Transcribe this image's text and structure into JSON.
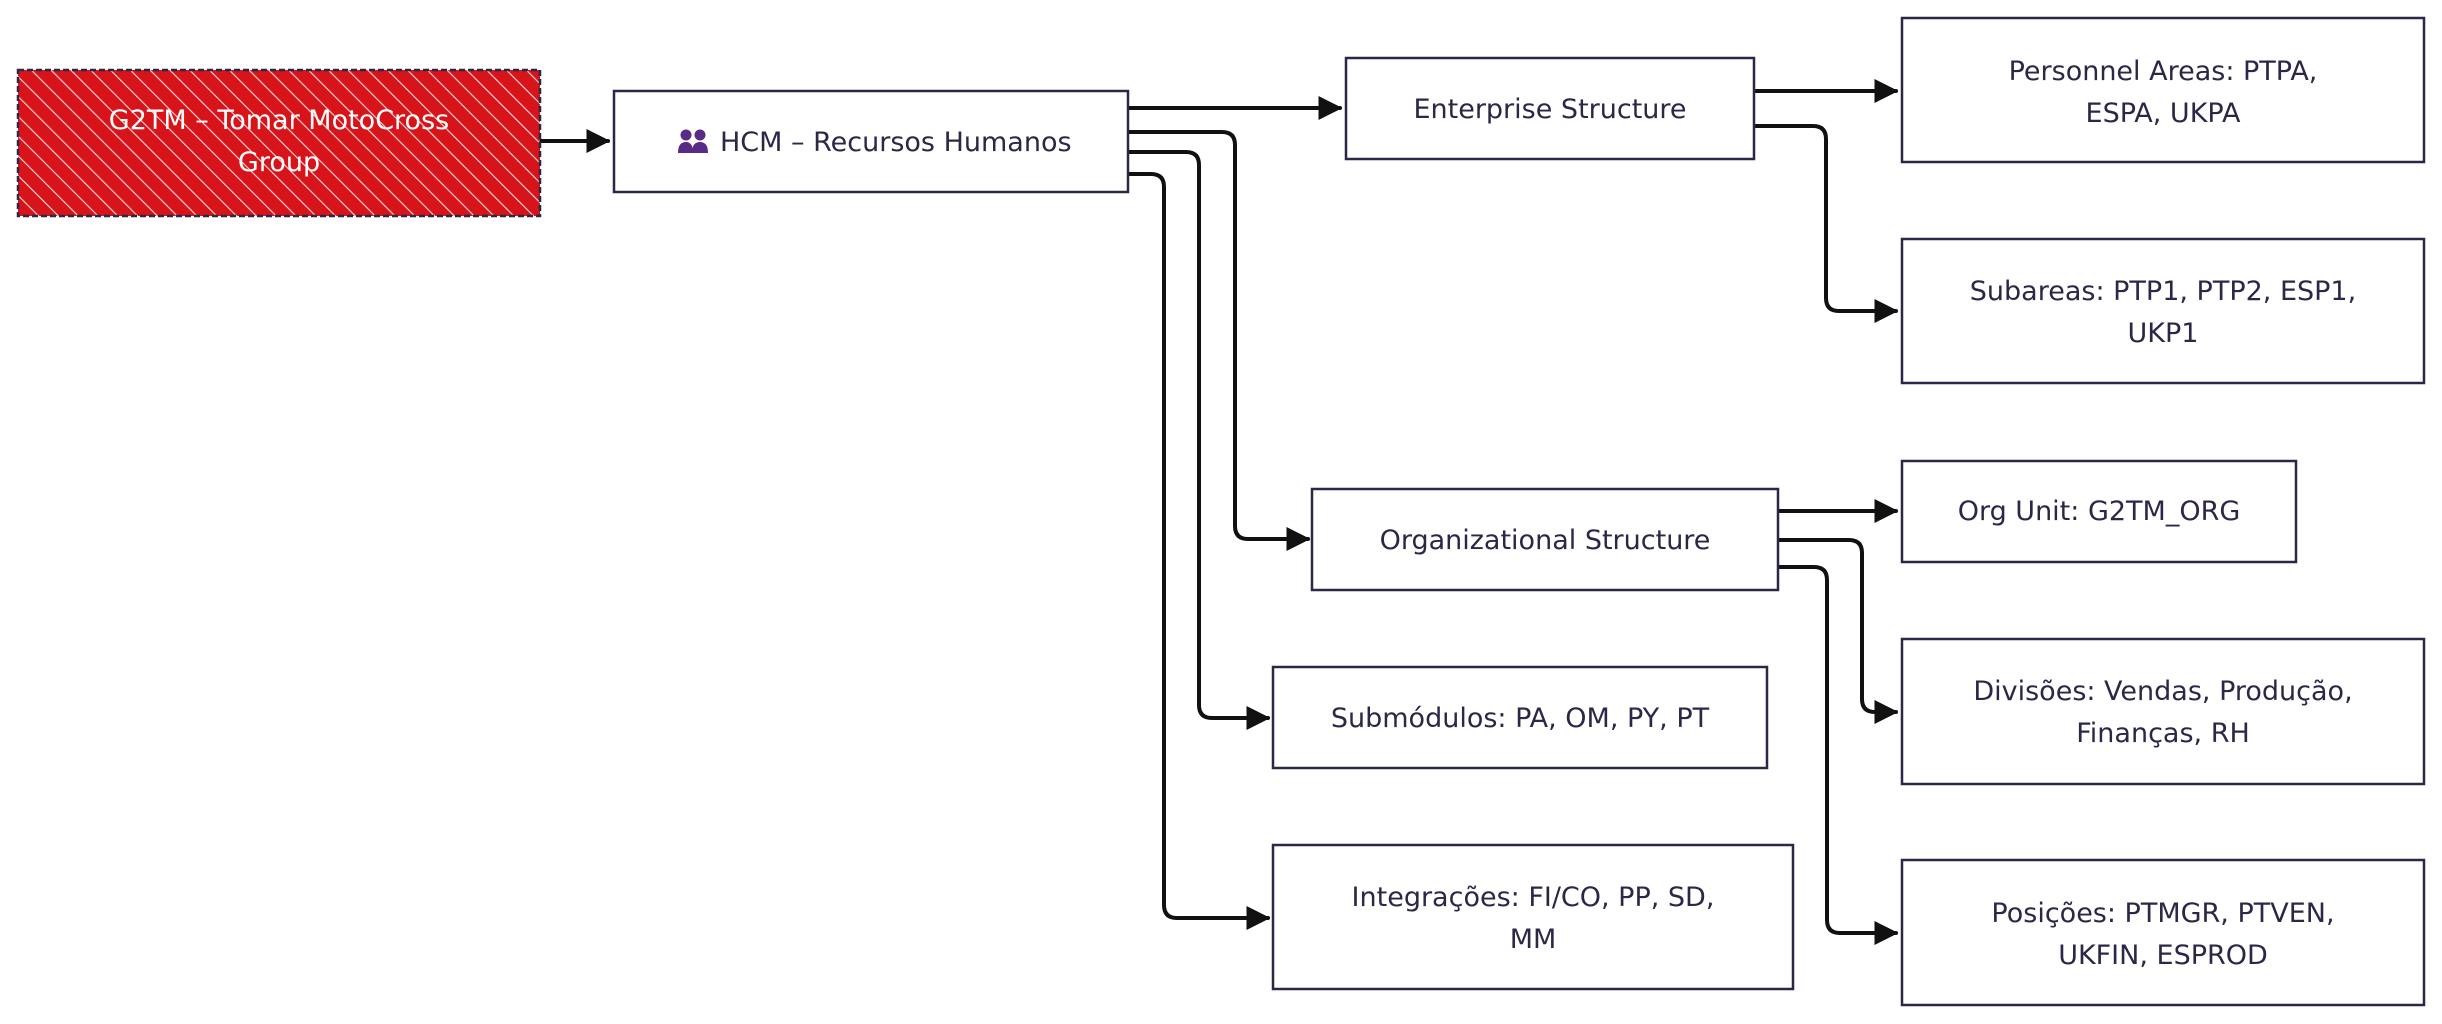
{
  "colors": {
    "root_fill": "#d7141a",
    "box_stroke": "#2b2747",
    "text": "#2b2747",
    "edge": "#111111",
    "icon": "#5b2a86"
  },
  "nodes": {
    "root": {
      "lines": [
        "G2TM – Tomar MotoCross",
        "Group"
      ]
    },
    "hcm": {
      "icon": "people-icon",
      "label": "HCM – Recursos Humanos"
    },
    "enterprise": {
      "label": "Enterprise Structure"
    },
    "personnel_areas": {
      "lines": [
        "Personnel Areas: PTPA,",
        "ESPA, UKPA"
      ]
    },
    "subareas": {
      "lines": [
        "Subareas: PTP1, PTP2, ESP1,",
        "UKP1"
      ]
    },
    "organizational": {
      "label": "Organizational Structure"
    },
    "org_unit": {
      "label": "Org Unit: G2TM_ORG"
    },
    "divisoes": {
      "lines": [
        "Divisões: Vendas, Produção,",
        "Finanças, RH"
      ]
    },
    "posicoes": {
      "lines": [
        "Posições: PTMGR, PTVEN,",
        "UKFIN, ESPROD"
      ]
    },
    "submodulos": {
      "label": "Submódulos: PA, OM, PY, PT"
    },
    "integracoes": {
      "lines": [
        "Integrações: FI/CO, PP, SD,",
        "MM"
      ]
    }
  },
  "edges": [
    {
      "from": "root",
      "to": "hcm"
    },
    {
      "from": "hcm",
      "to": "enterprise"
    },
    {
      "from": "hcm",
      "to": "organizational"
    },
    {
      "from": "hcm",
      "to": "submodulos"
    },
    {
      "from": "hcm",
      "to": "integracoes"
    },
    {
      "from": "enterprise",
      "to": "personnel_areas"
    },
    {
      "from": "enterprise",
      "to": "subareas"
    },
    {
      "from": "organizational",
      "to": "org_unit"
    },
    {
      "from": "organizational",
      "to": "divisoes"
    },
    {
      "from": "organizational",
      "to": "posicoes"
    }
  ]
}
